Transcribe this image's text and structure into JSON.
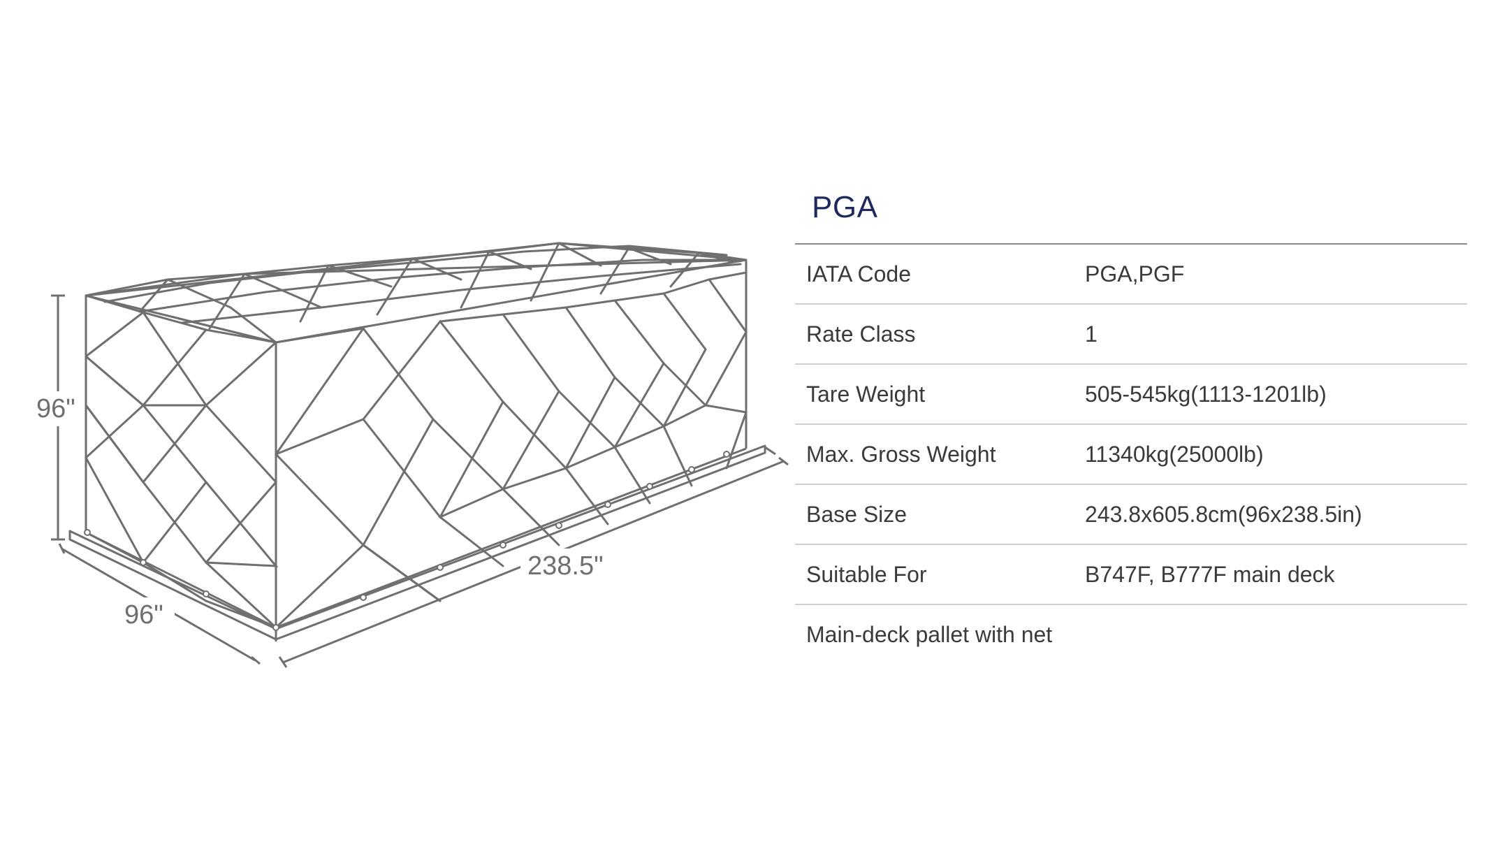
{
  "illustration": {
    "height_label": "96\"",
    "width_label": "96\"",
    "length_label": "238.5\"",
    "colors": {
      "line": "#6f6f6f",
      "net": "#6f6f6f"
    }
  },
  "spec": {
    "title": "PGA",
    "rows": [
      {
        "label": "IATA Code",
        "value": "PGA,PGF"
      },
      {
        "label": "Rate Class",
        "value": "1"
      },
      {
        "label": "Tare Weight",
        "value": "505-545kg(1113-1201lb)"
      },
      {
        "label": "Max. Gross Weight",
        "value": "11340kg(25000lb)"
      },
      {
        "label": "Base Size",
        "value": "243.8x605.8cm(96x238.5in)"
      },
      {
        "label": "Suitable For",
        "value": "B747F, B777F main deck"
      }
    ],
    "note": "Main-deck pallet with net",
    "colors": {
      "title": "#1f2a5c",
      "text": "#3a3a3a",
      "divider": "#d0d0d0",
      "top_rule": "#8a8a8a"
    }
  }
}
